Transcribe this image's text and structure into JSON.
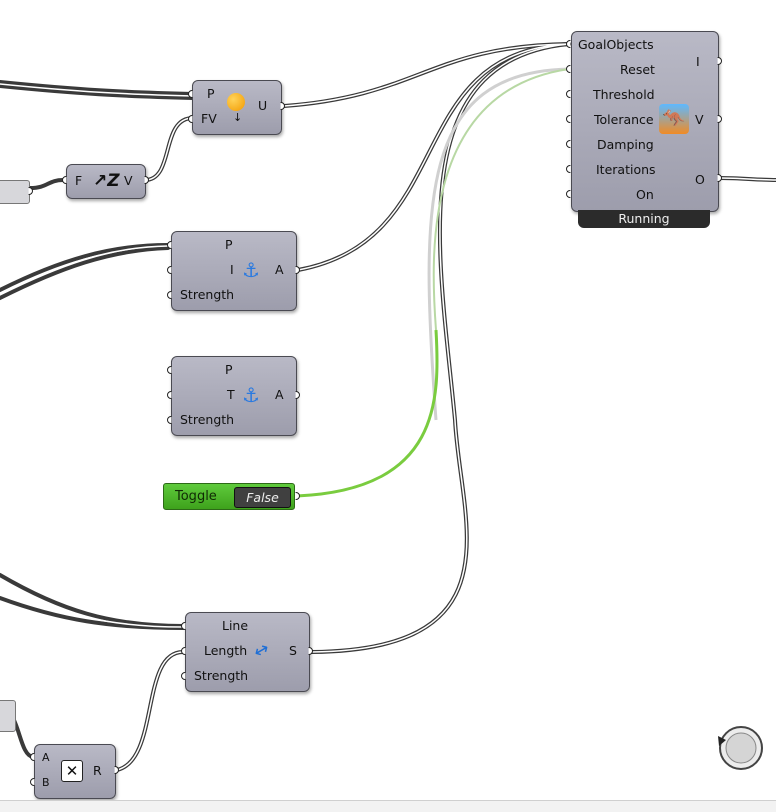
{
  "solver": {
    "inputs": [
      "GoalObjects",
      "Reset",
      "Threshold",
      "Tolerance",
      "Damping",
      "Iterations",
      "On"
    ],
    "outputs": [
      "I",
      "V",
      "O"
    ],
    "status": "Running"
  },
  "point_goal": {
    "inputs": [
      "P",
      "FV"
    ],
    "output": "U"
  },
  "z_vector": {
    "input": "F",
    "output": "V"
  },
  "anchor1": {
    "inputs": [
      "P",
      "I",
      "Strength"
    ],
    "output": "A"
  },
  "anchor2": {
    "inputs": [
      "P",
      "T",
      "Strength"
    ],
    "output": "A"
  },
  "toggle": {
    "label": "Toggle",
    "value": "False",
    "color": "#4cb52a"
  },
  "length": {
    "inputs": [
      "Line",
      "Length",
      "Strength"
    ],
    "output": "S"
  },
  "multiply": {
    "inputs": [
      "A",
      "B"
    ],
    "output": "R"
  },
  "colors": {
    "wire": "#3a3a3a",
    "wire_selected_green": "#7acc3f",
    "component": "#a9a9b8"
  }
}
